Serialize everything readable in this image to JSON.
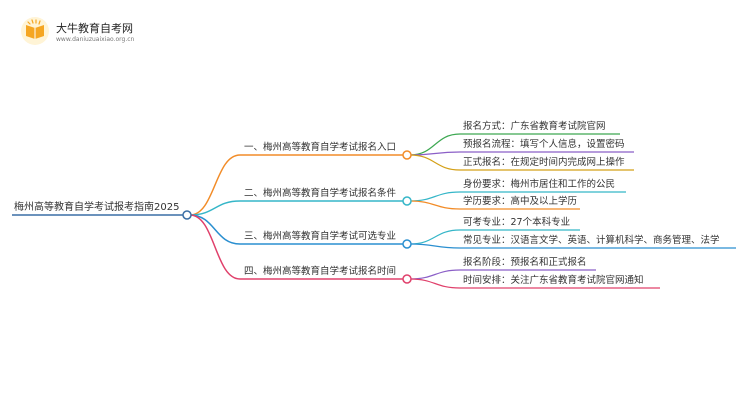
{
  "logo": {
    "title": "大牛教育自考网",
    "url": "www.daniuzuaixiao.org.cn"
  },
  "colors": {
    "root": "#3a6ea5",
    "branch_1": "#f28c28",
    "branch_2": "#35b6c8",
    "branch_3": "#2a8fd0",
    "branch_4": "#e0406b",
    "leaf_1": "#3da852",
    "leaf_2": "#8b5fc7",
    "leaf_3": "#d4a017"
  },
  "mindmap": {
    "root": "梅州高等教育自学考试报考指南2025",
    "branches": [
      {
        "label": "一、梅州高等教育自学考试报名入口",
        "leaves": [
          "报名方式：广东省教育考试院官网",
          "预报名流程：填写个人信息，设置密码",
          "正式报名：在规定时间内完成网上操作"
        ]
      },
      {
        "label": "二、梅州高等教育自学考试报名条件",
        "leaves": [
          "身份要求：梅州市居住和工作的公民",
          "学历要求：高中及以上学历"
        ]
      },
      {
        "label": "三、梅州高等教育自学考试可选专业",
        "leaves": [
          "可考专业：27个本科专业",
          "常见专业：汉语言文学、英语、计算机科学、商务管理、法学"
        ]
      },
      {
        "label": "四、梅州高等教育自学考试报名时间",
        "leaves": [
          "报名阶段：预报名和正式报名",
          "时间安排：关注广东省教育考试院官网通知"
        ]
      }
    ]
  }
}
